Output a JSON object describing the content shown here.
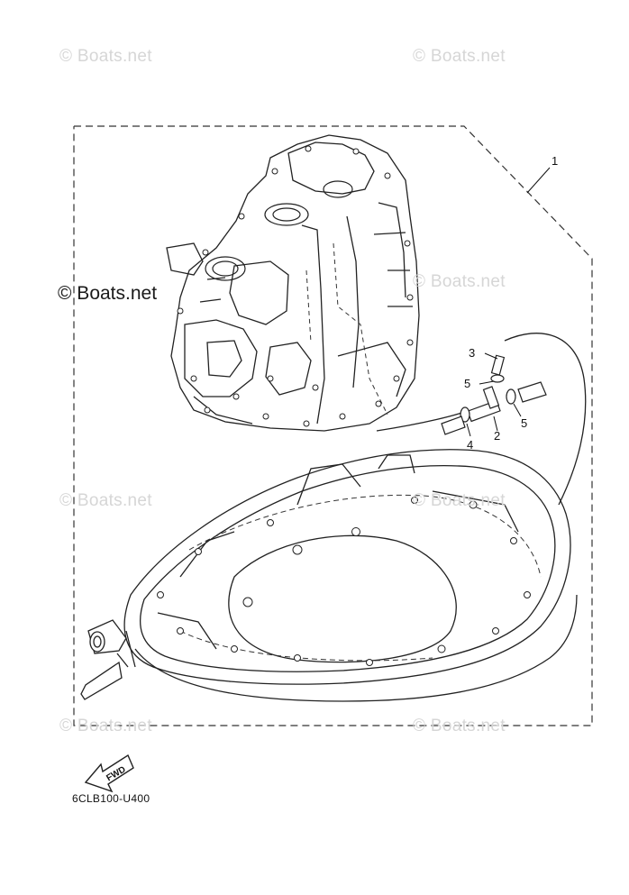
{
  "watermark": "© Boats.net",
  "watermark_main": "© Boats.net",
  "callouts": {
    "c1": "1",
    "c2": "2",
    "c3": "3",
    "c4": "4",
    "c5a": "5",
    "c5b": "5"
  },
  "fwd_label": "FWD",
  "diagram_code": "6CLB100-U400"
}
